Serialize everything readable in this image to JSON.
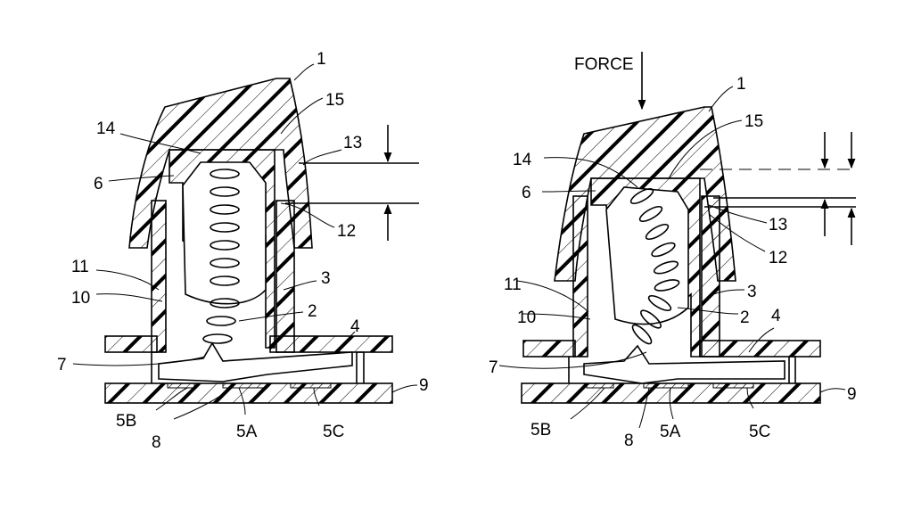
{
  "figure": {
    "title": "Key switch cross-sections (at rest and under force)",
    "background": "#ffffff",
    "ink": "#000000"
  },
  "left_figure": {
    "state": "rest",
    "labels": {
      "l1": "1",
      "l15": "15",
      "l14": "14",
      "l13": "13",
      "l6": "6",
      "l12": "12",
      "l11": "11",
      "l10": "10",
      "l3": "3",
      "l2": "2",
      "l4": "4",
      "l7": "7",
      "l9": "9",
      "l5B": "5B",
      "l8": "8",
      "l5A": "5A",
      "l5C": "5C"
    }
  },
  "right_figure": {
    "state": "pressed",
    "force_label": "FORCE",
    "labels": {
      "l1": "1",
      "l15": "15",
      "l14": "14",
      "l13": "13",
      "l6": "6",
      "l12": "12",
      "l11": "11",
      "l10": "10",
      "l3": "3",
      "l2": "2",
      "l4": "4",
      "l7": "7",
      "l9": "9",
      "l5B": "5B",
      "l8": "8",
      "l5A": "5A",
      "l5C": "5C"
    }
  }
}
